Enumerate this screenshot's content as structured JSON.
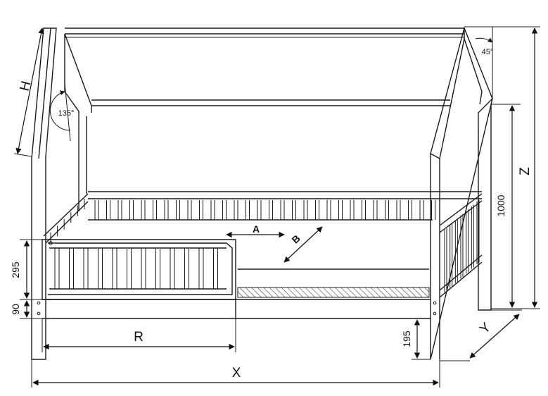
{
  "labels": {
    "h": "H",
    "x": "X",
    "y": "Y",
    "z": "Z",
    "r": "R",
    "a": "A",
    "b": "B"
  },
  "dimensions": {
    "d1000": "1000",
    "d295": "295",
    "d90": "90",
    "d195": "195"
  },
  "angles": {
    "a135": "135°",
    "a45": "45°"
  }
}
